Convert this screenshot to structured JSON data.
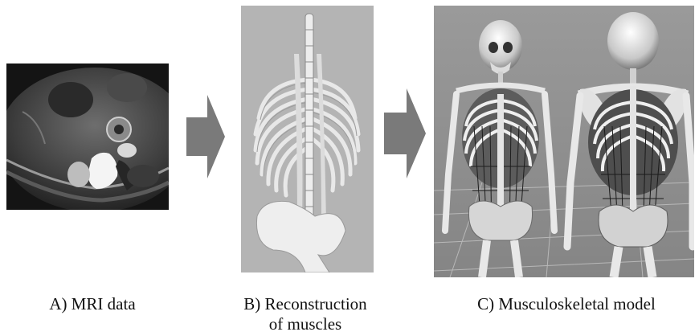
{
  "captions": {
    "a": "A) MRI data",
    "b_line1": "B) Reconstruction",
    "b_line2": "of muscles",
    "c": "C) Musculoskeletal model"
  },
  "colors": {
    "background": "#ffffff",
    "arrow": "#7a7a7a",
    "mri_background": "#1a1a1a",
    "reconstruction_background": "#b4b4b4",
    "model_background": "#8f8f8f",
    "bone": "#e6e6e6"
  }
}
